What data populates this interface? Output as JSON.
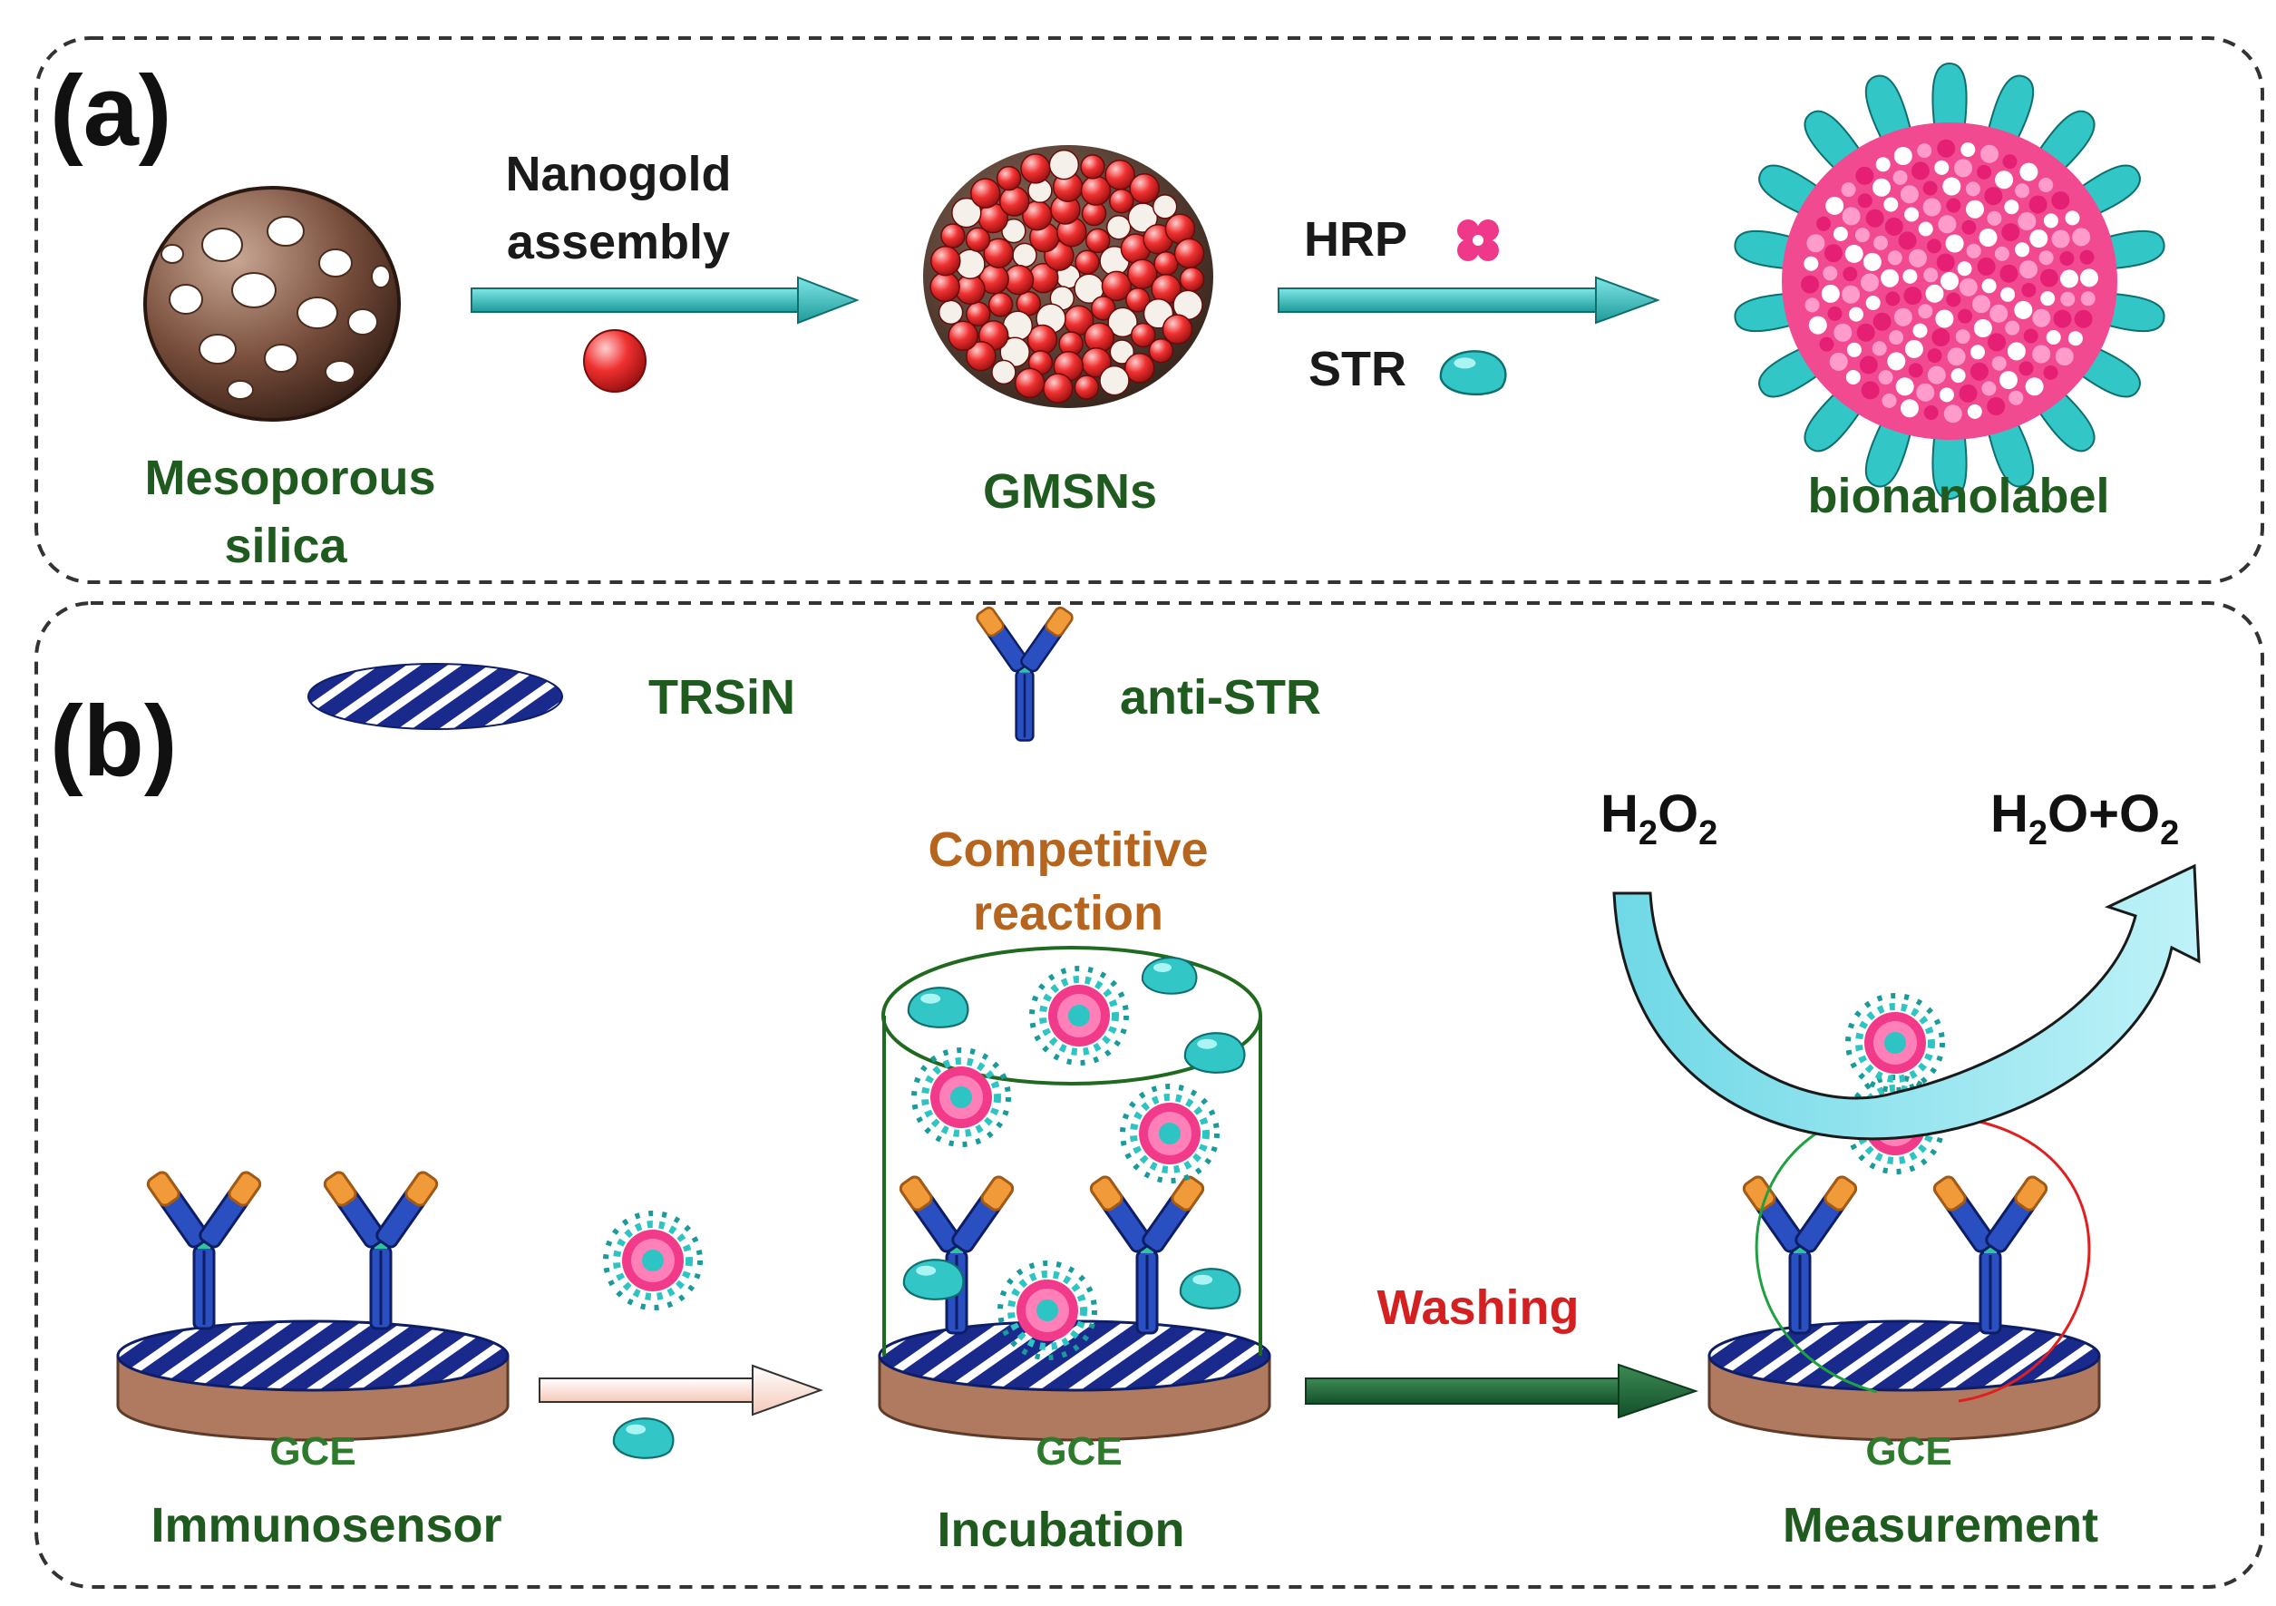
{
  "panel_a": {
    "label": "(a)",
    "arrow1_label_line1": "Nanogold",
    "arrow1_label_line2": "assembly",
    "arrow2_label_hrp": "HRP",
    "arrow2_label_str": "STR",
    "silica_caption_line1": "Mesoporous",
    "silica_caption_line2": "silica",
    "gmsn_caption": "GMSNs",
    "bionano_caption": "bionanolabel"
  },
  "panel_b": {
    "label": "(b)",
    "legend_trsin": "TRSiN",
    "legend_anti_str": "anti-STR",
    "competitive_line1": "Competitive",
    "competitive_line2": "reaction",
    "washing": "Washing",
    "h2o2": {
      "main": "H",
      "sub1": "2",
      "mid": "O",
      "sub2": "2"
    },
    "products": {
      "main": "H",
      "sub1": "2",
      "mid": "O+O",
      "sub2": "2"
    },
    "electrode_label": "GCE",
    "immunosensor_caption": "Immunosensor",
    "incubation_caption": "Incubation",
    "measurement_caption": "Measurement"
  },
  "colors": {
    "caption_green": "#1f5a1f",
    "competitive_orange": "#b5651d",
    "washing_red": "#d42020",
    "teal": "#2ec4c4",
    "navy": "#1a2a8c",
    "gold_red": "#e52a2a",
    "pink": "#f0388a",
    "electrode_brown": "#b07a60"
  }
}
